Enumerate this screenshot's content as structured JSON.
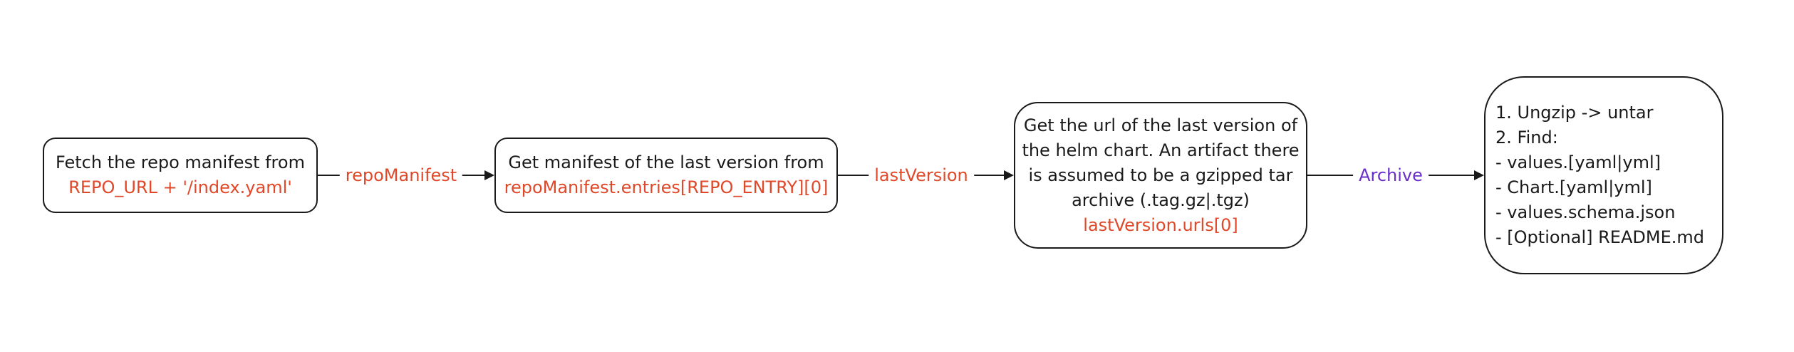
{
  "diagram": {
    "nodes": [
      {
        "id": "fetch-manifest",
        "lines": [
          {
            "text": "Fetch the repo manifest from",
            "style": "normal"
          },
          {
            "text": "REPO_URL + '/index.yaml'",
            "style": "accent"
          }
        ]
      },
      {
        "id": "get-last-version-manifest",
        "lines": [
          {
            "text": "Get manifest of the last version from",
            "style": "normal"
          },
          {
            "text": "repoManifest.entries[REPO_ENTRY][0]",
            "style": "accent"
          }
        ]
      },
      {
        "id": "get-chart-url",
        "lines": [
          {
            "text": "Get the url of the last version of",
            "style": "normal"
          },
          {
            "text": "the helm chart. An artifact there",
            "style": "normal"
          },
          {
            "text": "is assumed to be a gzipped tar",
            "style": "normal"
          },
          {
            "text": "archive (.tag.gz|.tgz)",
            "style": "normal"
          },
          {
            "text": "lastVersion.urls[0]",
            "style": "accent"
          }
        ]
      },
      {
        "id": "extract-archive",
        "lines": [
          {
            "text": "1. Ungzip -> untar",
            "style": "normal"
          },
          {
            "text": "2. Find:",
            "style": "normal"
          },
          {
            "text": "- values.[yaml|yml]",
            "style": "normal"
          },
          {
            "text": "- Chart.[yaml|yml]",
            "style": "normal"
          },
          {
            "text": "- values.schema.json",
            "style": "normal"
          },
          {
            "text": "- [Optional] README.md",
            "style": "normal"
          }
        ]
      }
    ],
    "edges": [
      {
        "from": "fetch-manifest",
        "to": "get-last-version-manifest",
        "label": "repoManifest",
        "label_color": "#e0482a"
      },
      {
        "from": "get-last-version-manifest",
        "to": "get-chart-url",
        "label": "lastVersion",
        "label_color": "#e0482a"
      },
      {
        "from": "get-chart-url",
        "to": "extract-archive",
        "label": "Archive",
        "label_color": "#6a2fc8"
      }
    ],
    "colors": {
      "stroke": "#1a1a1a",
      "accent": "#e0482a",
      "archive": "#6a2fc8"
    }
  }
}
